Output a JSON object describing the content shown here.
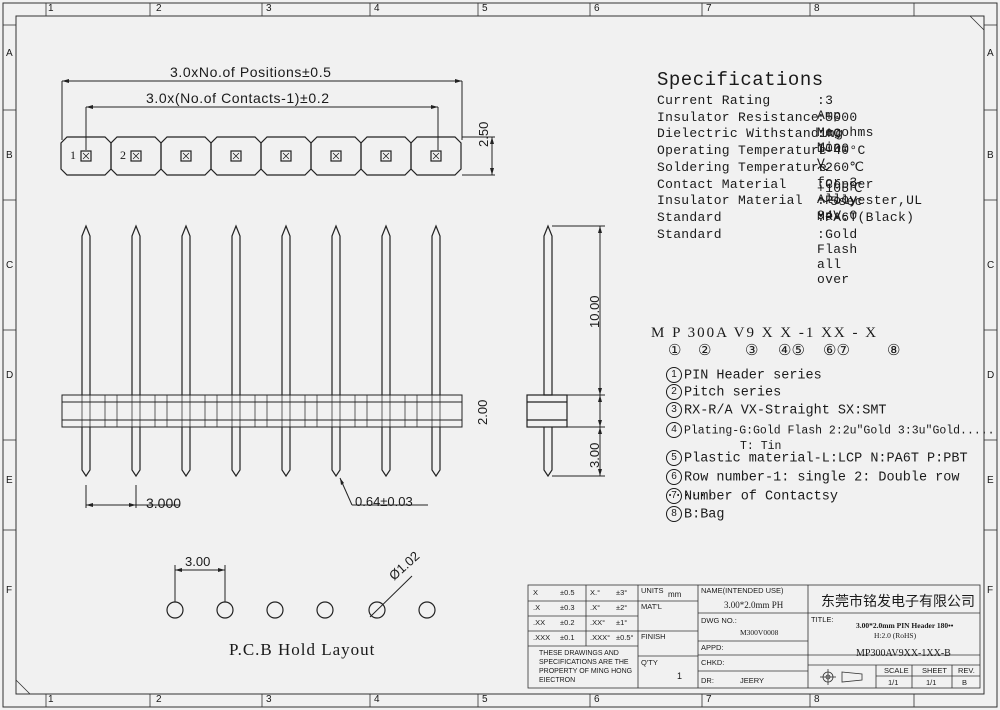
{
  "border": {
    "columns_top": [
      "1",
      "2",
      "3",
      "4",
      "5",
      "6",
      "7",
      "8"
    ],
    "columns_bottom": [
      "1",
      "2",
      "3",
      "4",
      "5",
      "6",
      "7",
      "8"
    ],
    "rows": [
      "A",
      "B",
      "C",
      "D",
      "E",
      "F"
    ]
  },
  "top_view": {
    "dim_positions": "3.0xNo.of Positions±0.5",
    "dim_contacts": "3.0x(No.of Contacts-1)±0.2",
    "dim_height": "2.50",
    "pin1_label": "1",
    "pin2_label": "2"
  },
  "front_view": {
    "dim_pitch": "3.000",
    "dim_pin": "0.64±0.03"
  },
  "side_view": {
    "dim_top": "10.00",
    "dim_body": "2.00",
    "dim_bottom": "3.00"
  },
  "pcb": {
    "dim_pitch": "3.00",
    "dim_hole": "Ø1.02",
    "title": "P.C.B Hold Layout"
  },
  "specs": {
    "title": "Specifications",
    "rows": [
      {
        "label": "Current Rating",
        "value": ":3 Amp"
      },
      {
        "label": "Insulator Resistance",
        "value": ":5000 Megohms Min."
      },
      {
        "label": "Dielectric Withstanding",
        "value": ":AC 1000 V"
      },
      {
        "label": "Operating Temperature",
        "value": ":-40°C ～ +105℃"
      },
      {
        "label": "Soldering Temperature",
        "value": ":260℃ for 3～5sec Max."
      },
      {
        "label": "Contact Material",
        "value": ":Copper Alloy"
      },
      {
        "label": "Insulator Material",
        "value": ":Polyester,UL 94V-0"
      },
      {
        "label": "Standard",
        "value": ":PA6T(Black)"
      },
      {
        "label": "Standard",
        "value": ":Gold Flash all over"
      }
    ]
  },
  "part_number": {
    "code": "M P 300A  V9  X X -1 XX - X",
    "callouts": [
      "①",
      "②",
      "③",
      "④⑤",
      "⑥⑦",
      "⑧"
    ],
    "legend": [
      {
        "n": "1",
        "text": "PIN Header series"
      },
      {
        "n": "2",
        "text": "Pitch series"
      },
      {
        "n": "3",
        "text": "RX-R/A VX-Straight SX:SMT"
      },
      {
        "n": "4",
        "text": "Plating-G:Gold Flash 2:2u\"Gold 3:3u\"Gold....."
      },
      {
        "n": "",
        "text": "T: Tin"
      },
      {
        "n": "5",
        "text": "Plastic material-L:LCP  N:PA6T  P:PBT"
      },
      {
        "n": "6",
        "text": "Row number-1: single  2: Double row ......"
      },
      {
        "n": "7",
        "text": "Number of Contactsy"
      },
      {
        "n": "8",
        "text": "B:Bag"
      }
    ]
  },
  "title_block": {
    "tolerances": [
      {
        "k1": "X",
        "v1": "±0.5",
        "k2": "X.°",
        "v2": "±3°"
      },
      {
        "k1": ".X",
        "v1": "±0.3",
        "k2": ".X°",
        "v2": "±2°"
      },
      {
        "k1": ".XX",
        "v1": "±0.2",
        "k2": ".XX°",
        "v2": "±1°"
      },
      {
        "k1": ".XXX",
        "v1": "±0.1",
        "k2": ".XXX°",
        "v2": "±0.5°"
      }
    ],
    "units_label": "UNITS",
    "units_value": "mm",
    "matl_label": "MAT'L",
    "finish_label": "FINISH",
    "qty_label": "Q'TY",
    "qty_value": "1",
    "notice": "THESE DRAWINGS AND SPECIFICATIONS ARE THE PROPERTY OF MING HONG EIECTRON",
    "name_label": "NAME(INTENDED USE)",
    "name_value": "3.00*2.0mm PH",
    "dwg_label": "DWG NO.:",
    "dwg_value": "M300V0008",
    "appd_label": "APPD:",
    "chkd_label": "CHKD:",
    "dr_label": "DR:",
    "dr_value": "JEERY",
    "company": "东莞市铭发电子有限公司",
    "title_label": "TITLE:",
    "title_value": "3.00*2.0mm PIN Header 180••",
    "title_value2": "H:2.0 (RoHS)",
    "part_no": "MP300AV9XX-1XX-B",
    "scale_label": "SCALE",
    "scale_value": "1/1",
    "sheet_label": "SHEET",
    "sheet_value": "1/1",
    "rev_label": "REV.",
    "rev_value": "B"
  }
}
